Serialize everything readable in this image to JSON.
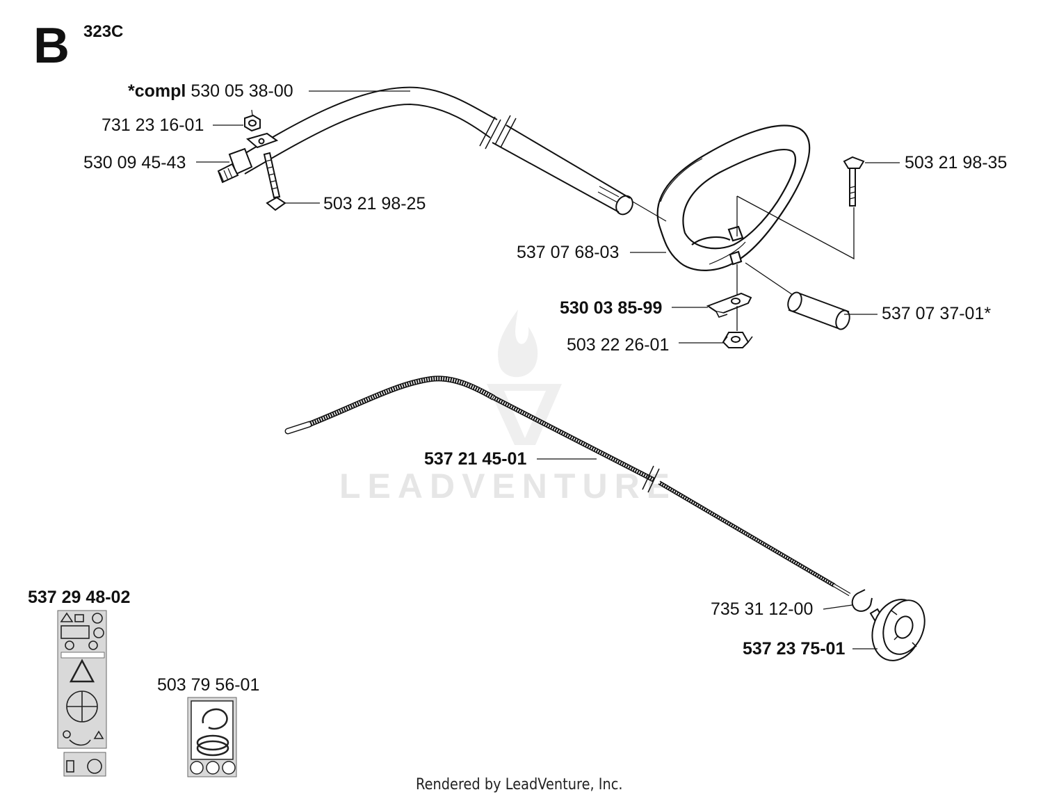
{
  "diagram": {
    "section_letter": "B",
    "model": "323C",
    "footer": "Rendered by LeadVenture, Inc.",
    "watermark": "LEADVENTURE",
    "parts": {
      "shaft_compl_prefix": "*compl",
      "shaft_compl_number": "530 05 38-00",
      "nut": "731 23 16-01",
      "end_fitting": "530 09 45-43",
      "bolt_left": "503 21 98-25",
      "bolt_right": "503 21 98-35",
      "loop_handle": "537 07 68-03",
      "bracket": "530 03 85-99",
      "wing_nut": "503 22 26-01",
      "spacer": "537 07 37-01*",
      "drive_shaft": "537 21 45-01",
      "circlip": "735 31 12-00",
      "guard_disc": "537 23 75-01",
      "decal_warning": "537 29 48-02",
      "decal_head": "503 79 56-01"
    }
  }
}
